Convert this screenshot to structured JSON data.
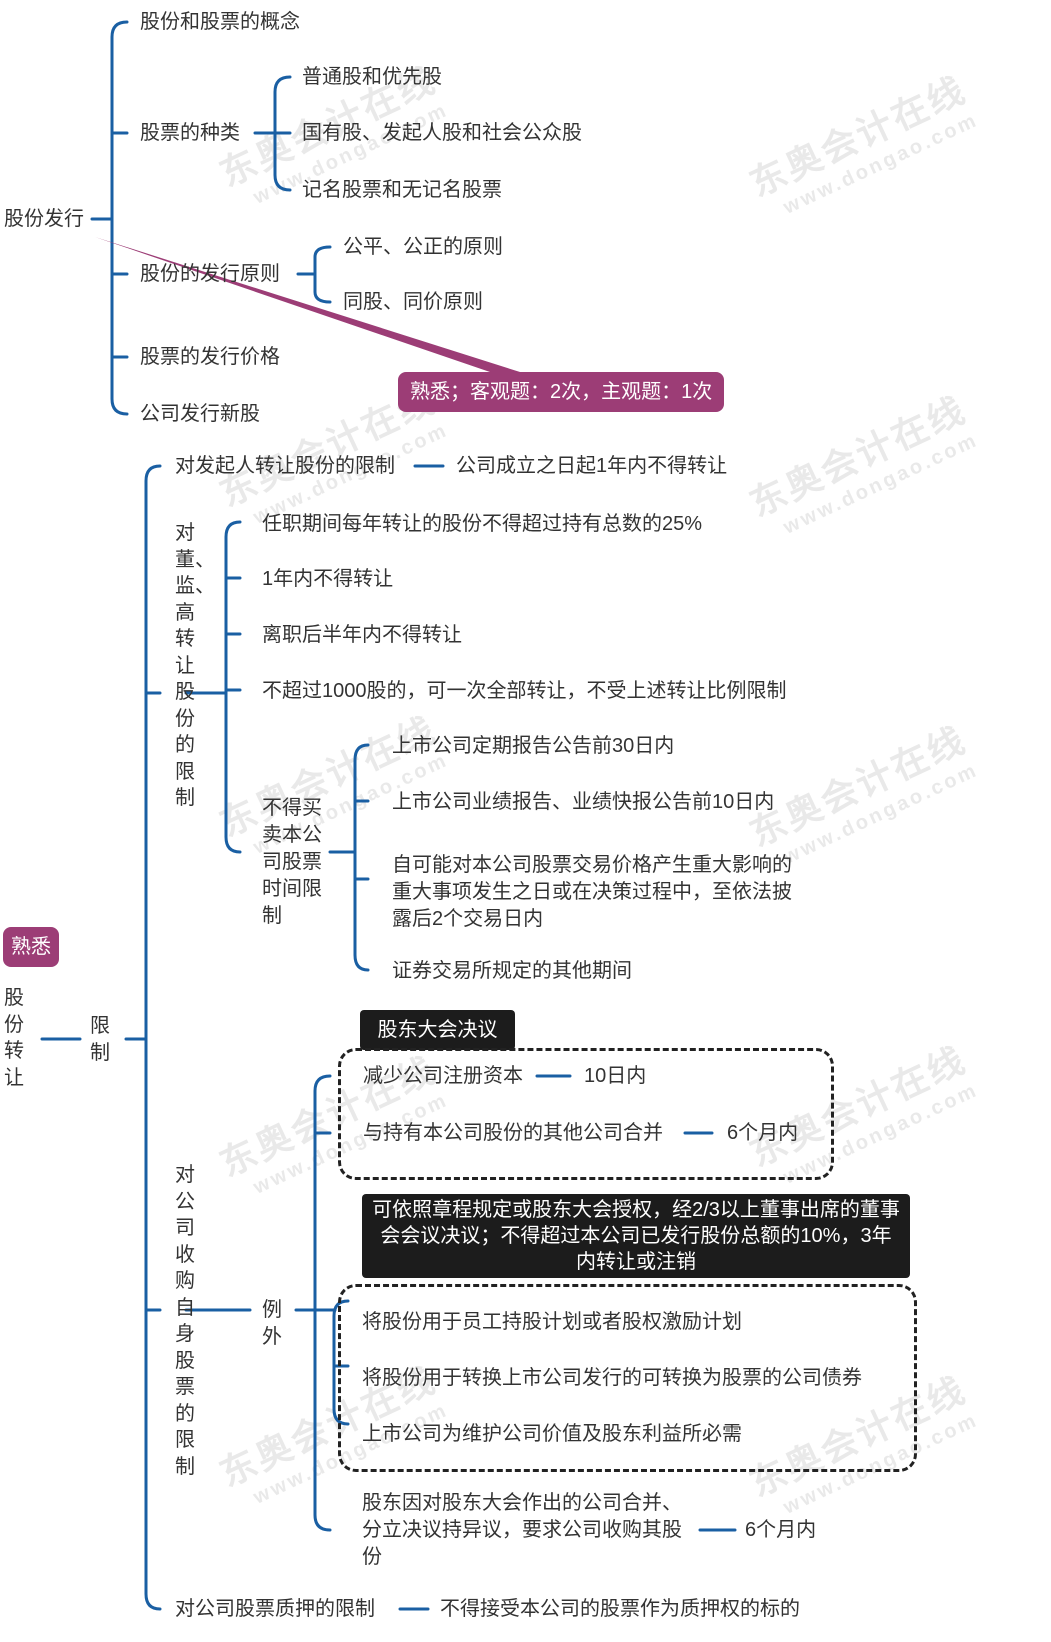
{
  "watermark": {
    "brand": "东奥会计在线",
    "url": "www.dongao.com"
  },
  "colors": {
    "branch": "#1a5fa3",
    "highlight": "#9c3d76",
    "dark_box": "#1c1c1c"
  },
  "section1": {
    "root": "股份发行",
    "items": [
      "股份和股票的概念",
      "股票的种类",
      "股份的发行原则",
      "股票的发行价格",
      "公司发行新股"
    ],
    "stock_types": [
      "普通股和优先股",
      "国有股、发起人股和社会公众股",
      "记名股票和无记名股票"
    ],
    "principles": [
      "公平、公正的原则",
      "同股、同价原则"
    ],
    "note": "熟悉；客观题：2次，主观题：1次"
  },
  "section2": {
    "root": "股份转让",
    "badge": "熟悉",
    "limit": "限制",
    "founder": {
      "label": "对发起人转让股份的限制",
      "value": "公司成立之日起1年内不得转让"
    },
    "dsh": {
      "label": "对董、监、高转让股份的限制",
      "items": [
        "任职期间每年转让的股份不得超过持有总数的25%",
        "1年内不得转让",
        "离职后半年内不得转让",
        "不超过1000股的，可一次全部转让，不受上述转让比例限制"
      ],
      "no_trade_label": "不得买卖本公司股票时间限制",
      "no_trade": [
        "上市公司定期报告公告前30日内",
        "上市公司业绩报告、业绩快报公告前10日内",
        "自可能对本公司股票交易价格产生重大影响的重大事项发生之日或在决策过程中，至依法披露后2个交易日内",
        "证券交易所规定的其他期间"
      ]
    },
    "buyback": {
      "label": "对公司收购自身股票的限制",
      "exception": "例外",
      "shareholder_box": "股东大会决议",
      "reduce": {
        "label": "减少公司注册资本",
        "value": "10日内"
      },
      "merge": {
        "label": "与持有本公司股份的其他公司合并",
        "value": "6个月内"
      },
      "board_box": "可依照章程规定或股东大会授权，经2/3以上董事出席的董事会会议决议；不得超过本公司已发行股份总额的10%，3年内转让或注销",
      "board_items": [
        "将股份用于员工持股计划或者股权激励计划",
        "将股份用于转换上市公司发行的可转换为股票的公司债券",
        "上市公司为维护公司价值及股东利益所必需"
      ],
      "dissent": {
        "label": "股东因对股东大会作出的公司合并、分立决议持异议，要求公司收购其股份",
        "value": "6个月内"
      }
    },
    "pledge": {
      "label": "对公司股票质押的限制",
      "value": "不得接受本公司的股票作为质押权的标的"
    }
  }
}
